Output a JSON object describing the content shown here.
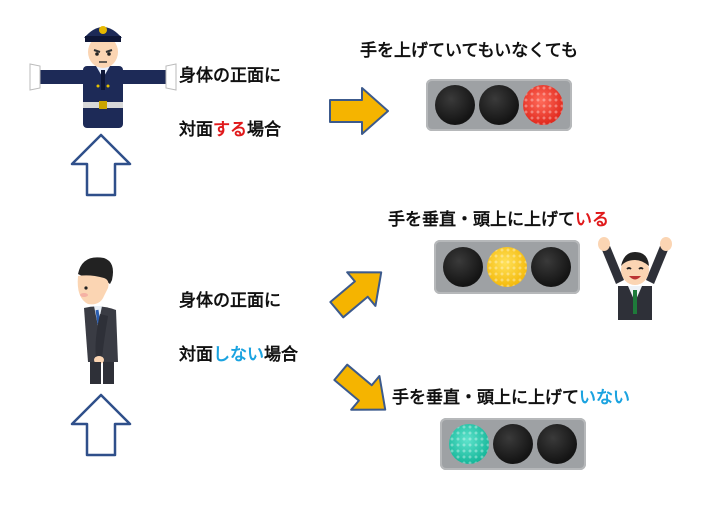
{
  "case_face": {
    "line1": "身体の正面に",
    "line2_pre": "対面",
    "line2_hl": "する",
    "line2_post": "場合"
  },
  "case_face_result": {
    "caption": "手を上げていてもいなくても",
    "signal": [
      "off",
      "off",
      "red"
    ]
  },
  "case_side": {
    "line1": "身体の正面に",
    "line2_pre": "対面",
    "line2_hl": "しない",
    "line2_post": "場合"
  },
  "case_side_raised": {
    "caption_pre": "手を垂直・頭上に上げて",
    "caption_hl": "いる",
    "signal": [
      "off",
      "yellow",
      "off"
    ]
  },
  "case_side_lowered": {
    "caption_pre": "手を垂直・頭上に上げて",
    "caption_hl": "いない",
    "signal": [
      "green",
      "off",
      "off"
    ]
  },
  "colors": {
    "arrow_fill": "#f5b400",
    "arrow_stroke": "#3c5a8c",
    "highlight_red": "#e0191b",
    "highlight_blue": "#1ba3e0",
    "signal_body": "#9ea1a4"
  }
}
